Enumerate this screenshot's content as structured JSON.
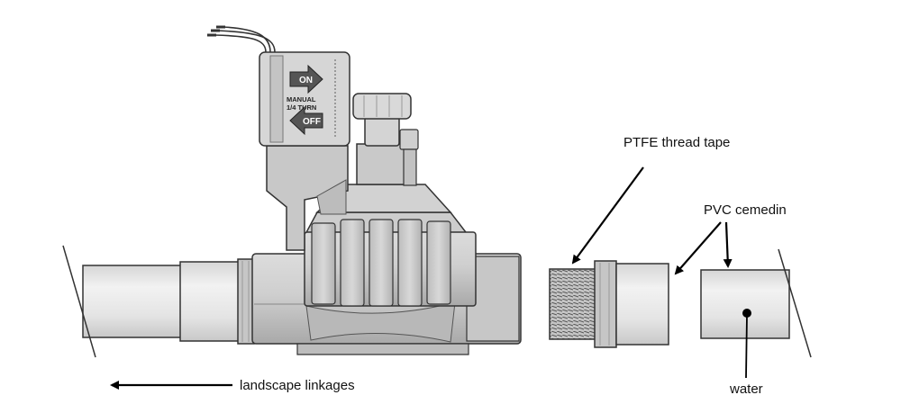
{
  "valve": {
    "on_label": "ON",
    "off_label": "OFF",
    "manual_label": "MANUAL",
    "turn_label": "1/4 TURN"
  },
  "labels": {
    "ptfe": "PTFE thread tape",
    "pvc": "PVC cemedin",
    "landscape": "landscape linkages",
    "water": "water"
  },
  "colors": {
    "outline": "#333333",
    "valve_fill": "#cfcfcf",
    "valve_shade": "#b4b4b4",
    "pipe_fill": "#e4e4e4"
  }
}
